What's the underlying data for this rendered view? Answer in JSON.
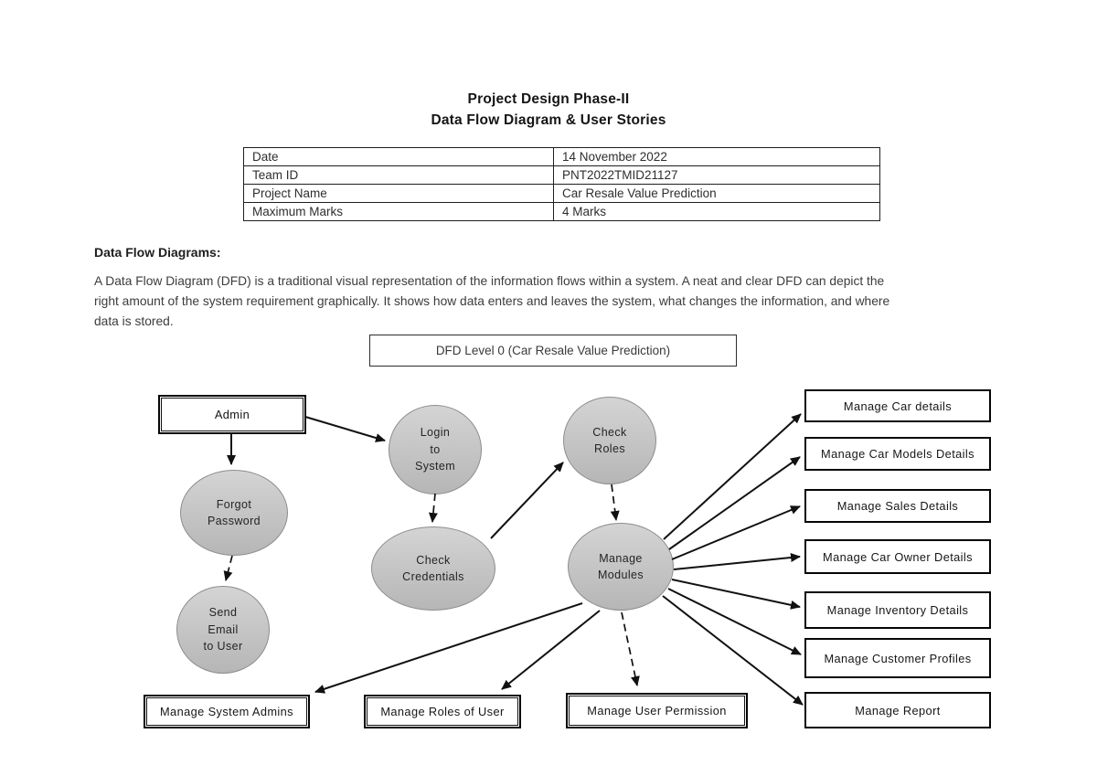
{
  "header": {
    "title_line1": "Project Design Phase-II",
    "title_line2": "Data Flow Diagram & User Stories"
  },
  "info_table": {
    "rows": [
      {
        "label": "Date",
        "value": "14 November 2022"
      },
      {
        "label": "Team ID",
        "value": "PNT2022TMID21127"
      },
      {
        "label": "Project Name",
        "value": "Car Resale Value Prediction"
      },
      {
        "label": "Maximum Marks",
        "value": "4 Marks"
      }
    ]
  },
  "section": {
    "heading": "Data Flow Diagrams:",
    "body": "A Data Flow Diagram (DFD) is a traditional visual representation of the information flows within a system. A neat and clear DFD can depict the\nright amount of the system requirement graphically. It shows how data enters and leaves the system, what changes the information, and where\ndata is stored."
  },
  "diagram": {
    "caption": "DFD Level 0 (Car Resale Value Prediction)",
    "entity_admin": "Admin",
    "processes": {
      "login": "Login\nto\nSystem",
      "forgot_password": "Forgot\nPassword",
      "check_credentials": "Check\nCredentials",
      "check_roles": "Check\nRoles",
      "manage_modules": "Manage\nModules",
      "send_email": "Send\nEmail\nto User"
    },
    "manage_boxes": [
      "Manage Car details",
      "Manage Car Models Details",
      "Manage Sales Details",
      "Manage Car Owner Details",
      "Manage Inventory Details",
      "Manage Customer Profiles",
      "Manage Report"
    ],
    "bottom_boxes": [
      "Manage System Admins",
      "Manage Roles of User",
      "Manage User Permission"
    ]
  },
  "colors": {
    "page_background": "#ffffff",
    "process_fill": "#c6c6c6",
    "process_border": "#8d8d8d",
    "box_border": "#000000",
    "arrow": "#111111",
    "body_text": "#3c3c3c"
  }
}
